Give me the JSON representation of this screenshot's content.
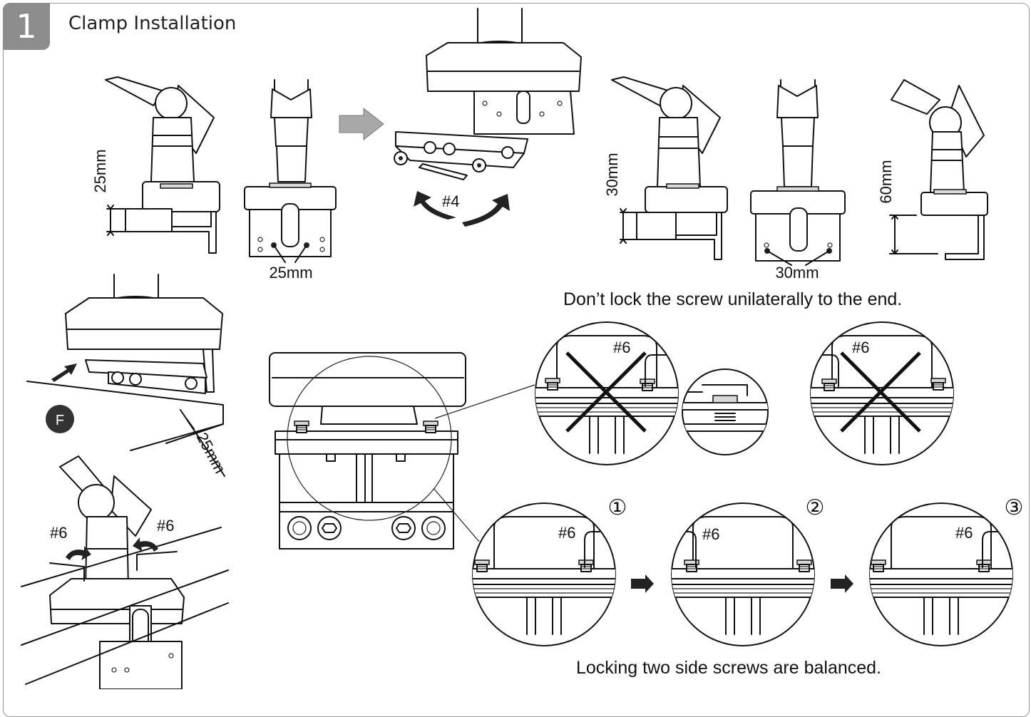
{
  "step": {
    "number": "1",
    "title": "Clamp Installation"
  },
  "labels": {
    "clamp_side_25": "25mm",
    "clamp_front_25": "25mm",
    "hex_key_4": "#4",
    "clamp_side_30": "30mm",
    "clamp_front_30": "30mm",
    "clamp_side_60": "60mm",
    "desk_thickness": "25mm",
    "option_badge": "F",
    "hex_left": "#6",
    "hex_right": "#6",
    "wrong_left_hex": "#6",
    "wrong_right_hex": "#6",
    "seq_1_hex": "#6",
    "seq_2_hex": "#6",
    "seq_3_hex": "#6",
    "seq_1_num": "①",
    "seq_2_num": "②",
    "seq_3_num": "③"
  },
  "notes": {
    "warning": "Don’t lock the screw unilaterally to the end.",
    "balanced": "Locking two side screws are balanced."
  },
  "colors": {
    "tab": "#8c8c8c",
    "frame": "#9a9a9a",
    "arrow_grey": "#a8a8a8",
    "ink": "#111111"
  }
}
